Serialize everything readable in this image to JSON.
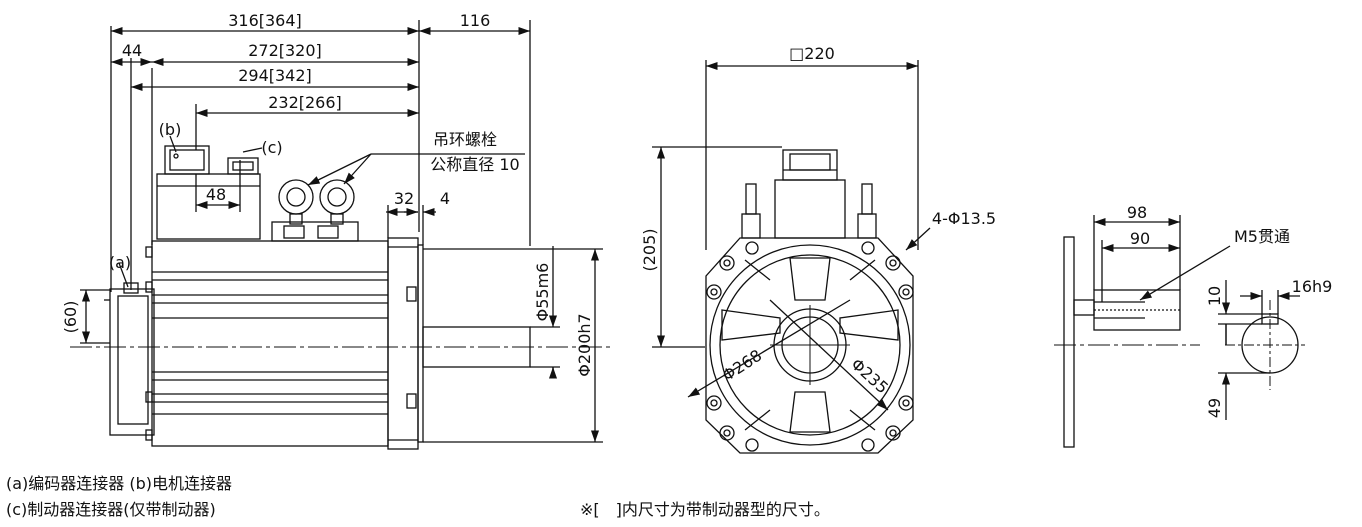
{
  "dims": {
    "overall": "316[364]",
    "shaft_len": "116",
    "encoder_len": "44",
    "body_len": "272[320]",
    "total2": "294[342]",
    "conn_pos": "232[266]",
    "conn_b_label": "(b)",
    "conn_c_label": "(c)",
    "conn_a_label": "(a)",
    "conn_width": "48",
    "bolt_note_1": "吊环螺栓",
    "bolt_note_2": "公称直径 10",
    "flange_thk": "32",
    "flange_gap": "4",
    "enc_height": "(60)",
    "shaft_dia": "Φ55m6",
    "pilot_dia": "Φ200h7",
    "square": "□220",
    "height": "(205)",
    "holes": "4-Φ13.5",
    "pcd": "Φ268",
    "pcd2": "Φ235",
    "key_len_outer": "98",
    "key_len_inner": "90",
    "tap": "M5贯通",
    "key_width": "16h9",
    "key_depth": "10",
    "shaft_half": "49"
  },
  "legend": {
    "line1": "(a)编码器连接器 (b)电机连接器",
    "line2": "(c)制动器连接器(仅带制动器)",
    "note": "※[　]内尺寸为带制动器型的尺寸。"
  }
}
